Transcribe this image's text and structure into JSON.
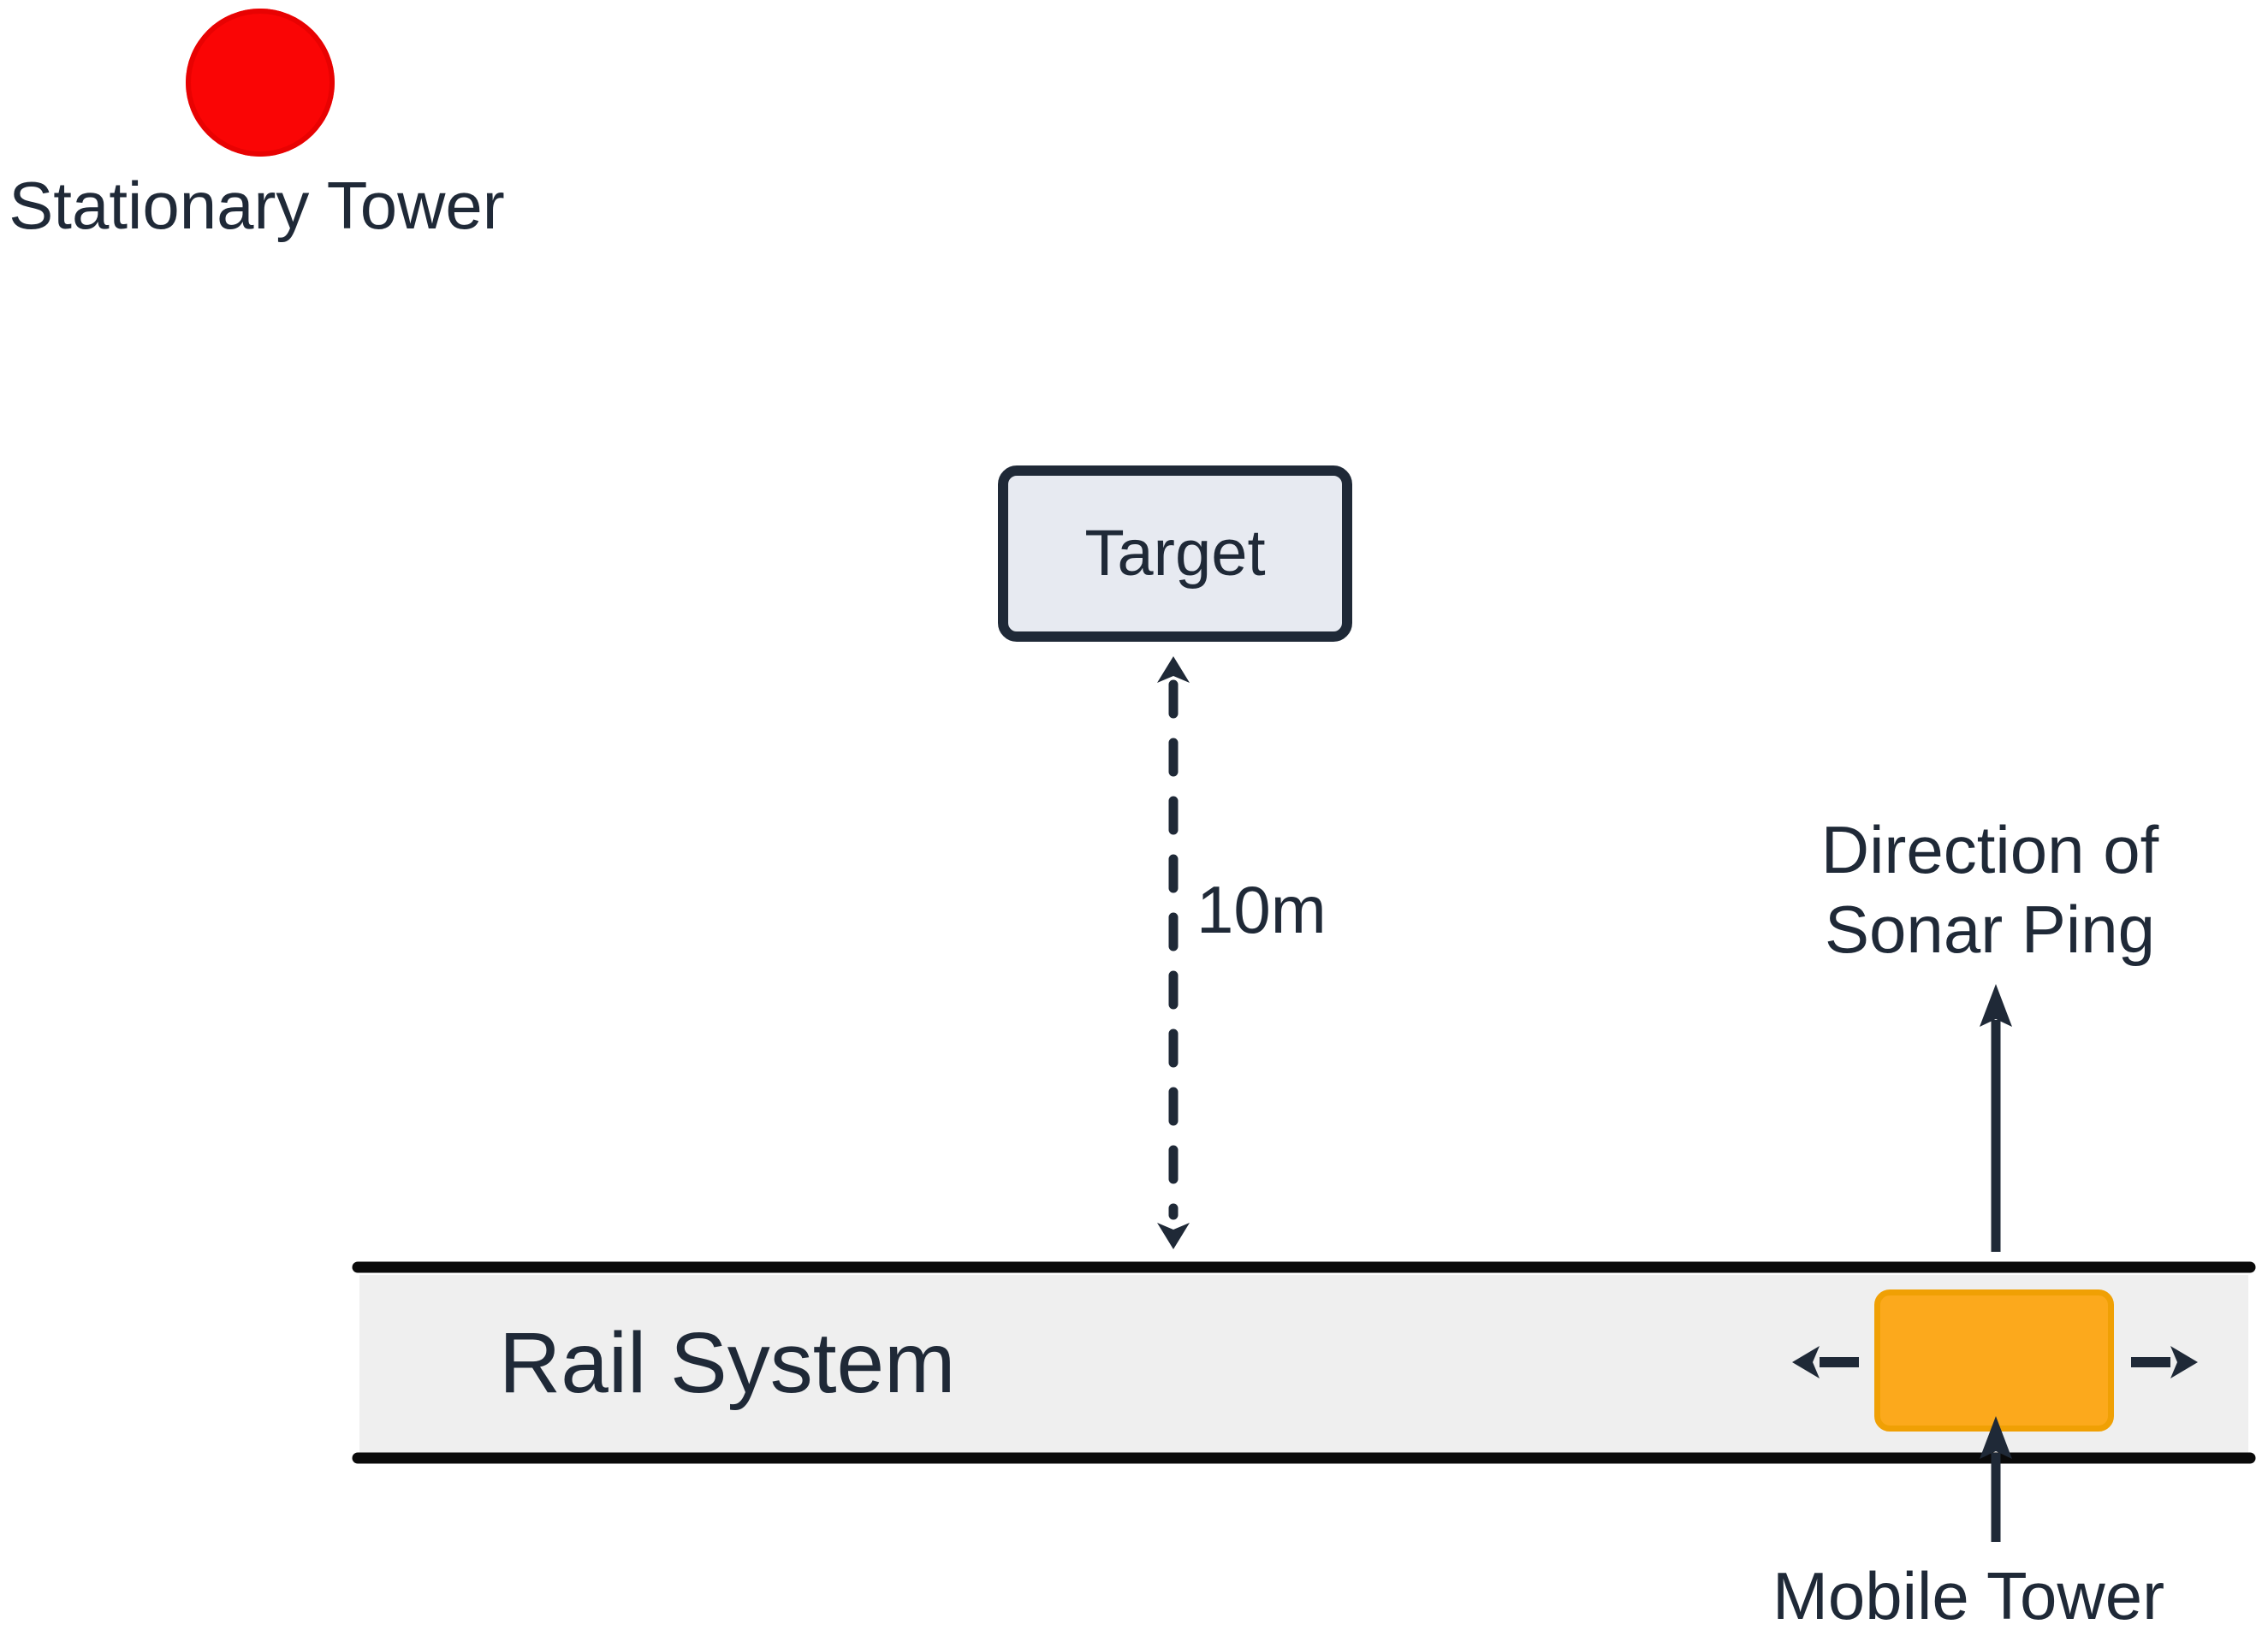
{
  "diagram": {
    "stationary_tower": {
      "label": "Stationary Tower",
      "dot_color": "#fa0505"
    },
    "target": {
      "label": "Target",
      "fill_color": "#e7eaf1",
      "border_color": "#1f2937"
    },
    "distance": {
      "label": "10m"
    },
    "sonar_direction": {
      "line1": "Direction of",
      "line2": "Sonar Ping"
    },
    "rail": {
      "label": "Rail System",
      "fill_color": "#efefef",
      "border_color": "#0a0a0a"
    },
    "mobile_tower": {
      "label": "Mobile Tower",
      "fill_color": "#fca91c",
      "border_color": "#f0a004"
    },
    "arrow_color": "#1f2937"
  }
}
